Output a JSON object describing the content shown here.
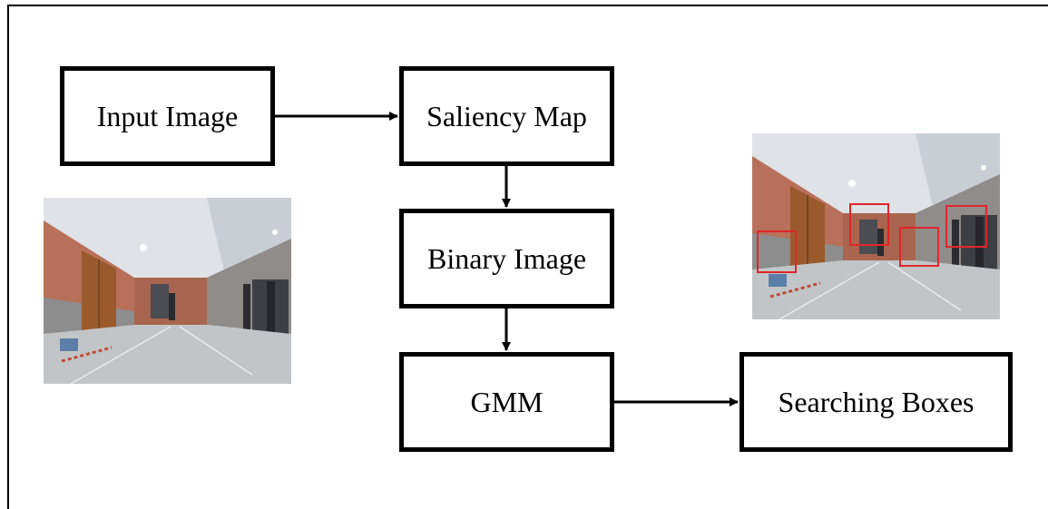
{
  "diagram": {
    "nodes": {
      "input": "Input Image",
      "saliency": "Saliency Map",
      "binary": "Binary Image",
      "gmm": "GMM",
      "searching": "Searching Boxes"
    },
    "edges": [
      {
        "from": "input",
        "to": "saliency"
      },
      {
        "from": "saliency",
        "to": "binary"
      },
      {
        "from": "binary",
        "to": "gmm"
      },
      {
        "from": "gmm",
        "to": "searching"
      }
    ]
  },
  "images": {
    "input_photo": "corridor-scene-photo",
    "output_photo": "corridor-scene-photo-with-red-boxes"
  },
  "colors": {
    "border": "#000000",
    "box_highlight": "#e0262b"
  }
}
